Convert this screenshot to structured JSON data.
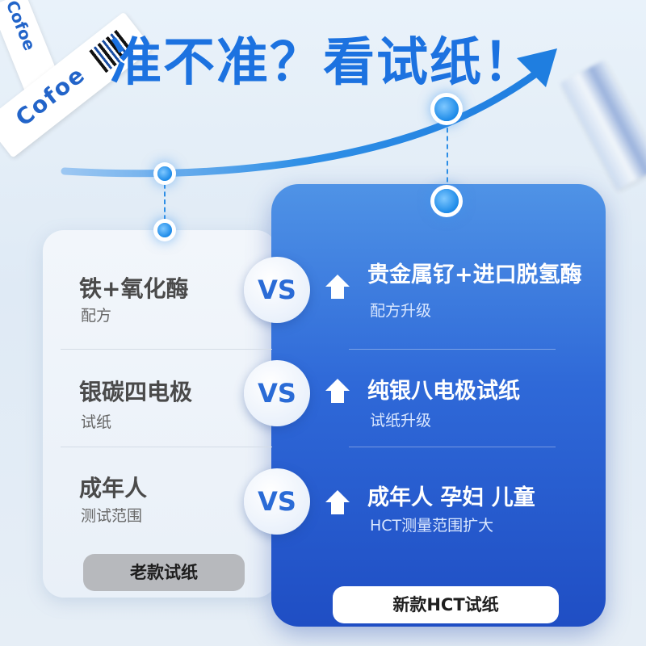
{
  "headline": "准不准？看试纸！",
  "strip_brand": "Cofoe",
  "comparisons": [
    {
      "old_main": "铁+氧化酶",
      "old_sub": "配方",
      "vs": "VS",
      "new_main": "贵金属钌+进口脱氢酶",
      "new_sub": "配方升级"
    },
    {
      "old_main": "银碳四电极",
      "old_sub": "试纸",
      "vs": "VS",
      "new_main": "纯银八电极试纸",
      "new_sub": "试纸升级"
    },
    {
      "old_main": "成年人",
      "old_sub": "测试范围",
      "vs": "VS",
      "new_main": "成年人  孕妇  儿童",
      "new_sub": "HCT测量范围扩大"
    }
  ],
  "old_label": "老款试纸",
  "new_label": "新款HCT试纸",
  "colors": {
    "accent": "#1c72e0",
    "new_card_top": "#4f93e6",
    "new_card_bottom": "#1f4ec4",
    "old_tag": "#b7b9bd"
  },
  "icons": [
    "up-arrow-icon",
    "trend-arrow-icon",
    "test-strip-icon"
  ]
}
